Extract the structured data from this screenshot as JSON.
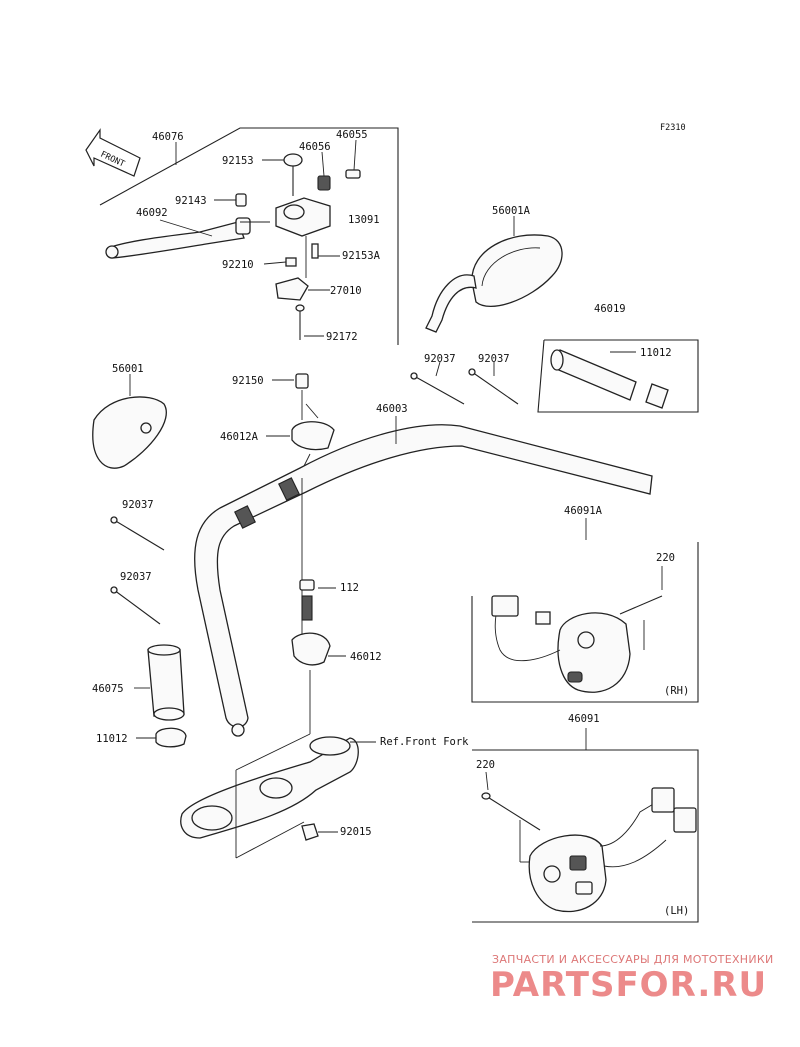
{
  "figure_code": "F2310",
  "front_label": "FRONT",
  "labels": {
    "l46076": "46076",
    "l46055": "46055",
    "l92153": "92153",
    "l46056": "46056",
    "l92143": "92143",
    "l46092": "46092",
    "l13091": "13091",
    "l92210": "92210",
    "l92153A": "92153A",
    "l27010": "27010",
    "l92172": "92172",
    "l56001A": "56001A",
    "l46019": "46019",
    "l11012_top": "11012",
    "l92037_a": "92037",
    "l92037_b": "92037",
    "l56001": "56001",
    "l92150": "92150",
    "l46003": "46003",
    "l46012A": "46012A",
    "l92037_c": "92037",
    "l46091A": "46091A",
    "l92037_d": "92037",
    "l220_rh": "220",
    "l112": "112",
    "l46012": "46012",
    "l46075": "46075",
    "l11012_bottom": "11012",
    "l46091": "46091",
    "ref_front_fork": "Ref.Front Fork",
    "l220_lh": "220",
    "l92015": "92015",
    "rh": "(RH)",
    "lh": "(LH)"
  },
  "watermark": {
    "subtitle": "ЗАПЧАСТИ И АКСЕССУАРЫ ДЛЯ МОТОТЕХНИКИ",
    "brand": "PARTSFOR.RU"
  }
}
